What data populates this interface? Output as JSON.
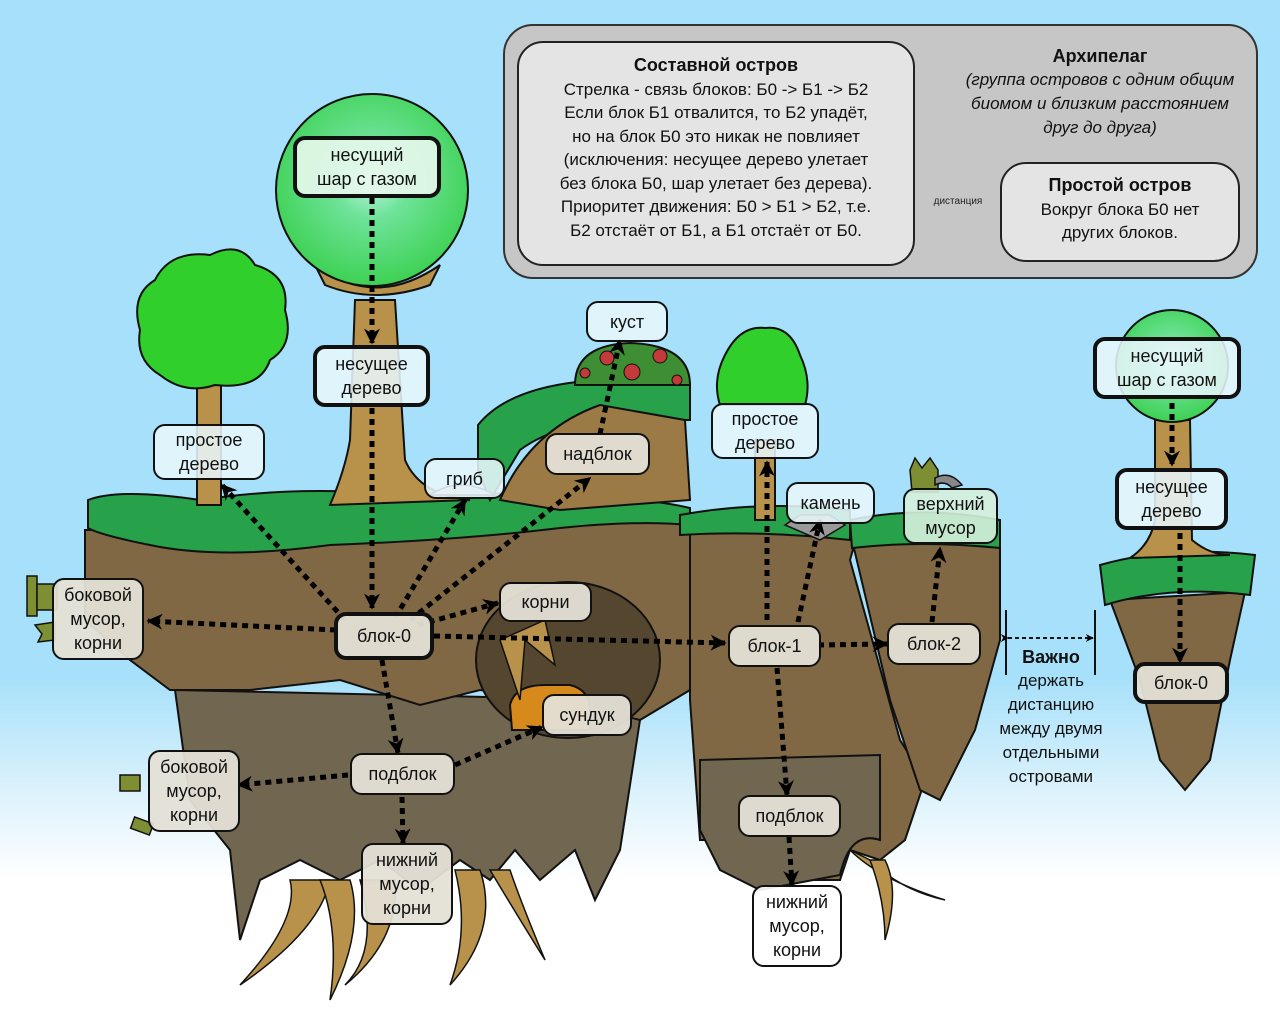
{
  "legend": {
    "compound_island": {
      "title": "Составной остров",
      "lines": [
        "Стрелка - связь блоков: Б0 -> Б1 -> Б2",
        "Если блок Б1 отвалится, то Б2 упадёт,",
        "но на блок Б0 это никак не повлияет",
        "(исключения: несущее дерево улетает",
        "без блока Б0, шар улетает без дерева).",
        "Приоритет движения: Б0 > Б1 > Б2, т.е.",
        "Б2 отстаёт от Б1, а Б1 отстаёт от Б0."
      ]
    },
    "archipelago": {
      "title": "Архипелаг",
      "description": "(группа островов с одним общим биомом и близким расстоянием друг до друга)"
    },
    "distance_label": "дистанция",
    "simple_island": {
      "title": "Простой остров",
      "lines": [
        "Вокруг блока Б0 нет",
        "других блоков."
      ]
    }
  },
  "important_note": {
    "title": "Важно",
    "text": "держать дистанцию между двумя отдельными островами"
  },
  "island_main": {
    "balloon": "несущий\nшар с газом",
    "carrier_tree": "несущее\nдерево",
    "simple_tree": "простое\nдерево",
    "mushroom": "гриб",
    "bush": "куст",
    "upper_block": "надблок",
    "roots": "корни",
    "block0": "блок-0",
    "chest": "сундук",
    "side_debris_top": "боковой\nмусор,\nкорни",
    "side_debris_bottom": "боковой\nмусор,\nкорни",
    "sub_block": "подблок",
    "bottom_debris": "нижний\nмусор,\nкорни",
    "simple_tree_2": "простое\nдерево",
    "stone": "камень",
    "block1": "блок-1",
    "block2": "блок-2",
    "top_debris": "верхний\nмусор",
    "sub_block_2": "подблок",
    "bottom_debris_2": "нижний\nмусор,\nкорни"
  },
  "island_simple": {
    "balloon": "несущий\nшар с газом",
    "carrier_tree": "несущее\nдерево",
    "block0": "блок-0"
  },
  "colors": {
    "sky": "#a6e0fa",
    "grass": "#27a14a",
    "soil": "#7f6843",
    "soil_deep": "#716750",
    "trunk": "#b8924a",
    "foliage": "#31cf2b",
    "balloon": "#45d45c",
    "legend_bg": "#c6c6c6",
    "legend_box": "#e4e4e4"
  }
}
